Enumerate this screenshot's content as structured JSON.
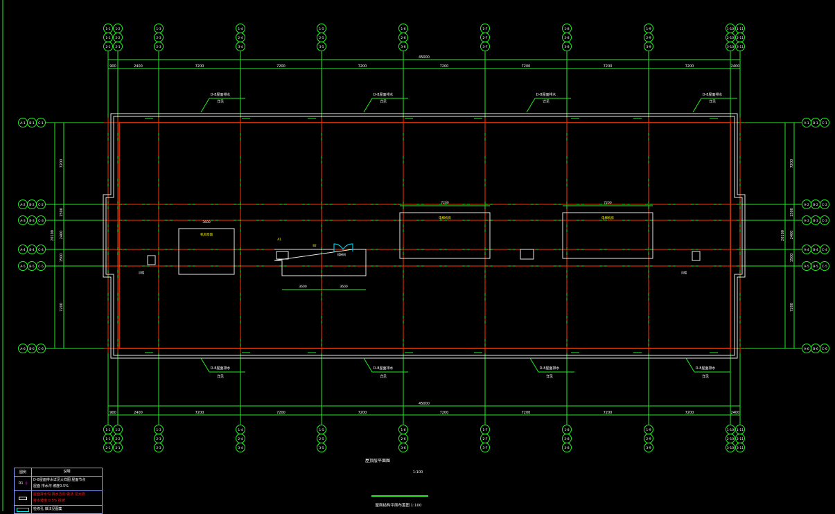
{
  "drawing": {
    "title": "屋顶层平面图",
    "scale": "1:100",
    "subtitle": "屋面结构平面布置图 1:100",
    "colors": {
      "grid": "#22ee22",
      "axis": "#ff3300",
      "wall": "#e8e8e8",
      "text": "#ffffff",
      "highlight": "#ffff00",
      "cyan": "#00e5ff"
    },
    "top_axis_labels": [
      [
        "1-1",
        "1-1",
        "2-1"
      ],
      [
        "1-2",
        "2-2",
        "2-1"
      ],
      [
        "1-3",
        "2-3",
        "2-3"
      ],
      [
        "1-4",
        "2-4",
        "3-4"
      ],
      [
        "1-5",
        "2-5",
        "3-5"
      ],
      [
        "1-6",
        "2-6",
        "3-6"
      ],
      [
        "1-7",
        "2-7",
        "3-7"
      ],
      [
        "1-8",
        "2-8",
        "3-8"
      ],
      [
        "1-9",
        "2-9",
        "3-9"
      ],
      [
        "1-10",
        "2-10",
        "3-10"
      ],
      [
        "1-11",
        "2-11",
        "3-11"
      ]
    ],
    "side_axis_labels": [
      [
        "A-1",
        "B-1",
        "C-1"
      ],
      [
        "A-2",
        "B-2",
        "C-2"
      ],
      [
        "A-3",
        "B-3",
        "C-3"
      ],
      [
        "A-4",
        "B-4",
        "C-4"
      ],
      [
        "A-5",
        "B-5",
        "C-5"
      ],
      [
        "A-6",
        "B-6",
        "C-6"
      ]
    ],
    "top_dims": [
      "900",
      "2400",
      "7200",
      "7200",
      "7200",
      "7200",
      "7200",
      "7200",
      "7200",
      "2400",
      "900"
    ],
    "total_dim": "45000",
    "side_dims": [
      "7200",
      "1500",
      "2400",
      "1500",
      "7200"
    ],
    "side_total": "20100",
    "section_tags_top": [
      [
        "D-8屋面排水",
        "详见"
      ],
      [
        "D-8屋面排水",
        "详见"
      ],
      [
        "D-8屋面排水",
        "详见"
      ],
      [
        "D-8屋面排水",
        "详见"
      ]
    ],
    "section_tags_bottom": [
      [
        "D-8屋面排水",
        "详见"
      ],
      [
        "D-8屋面排水",
        "详见"
      ],
      [
        "D-8屋面排水",
        "详见"
      ],
      [
        "D-8屋面排水",
        "详见"
      ]
    ],
    "rooms": [
      {
        "label": "机房屋面",
        "dim": "3600"
      },
      {
        "label": "电梯机房",
        "dim": "7200"
      },
      {
        "label": "电梯机房",
        "dim": "7200"
      }
    ],
    "stair_label": "楼梯间",
    "stair_dims": [
      "3600",
      "3600"
    ],
    "vent_label": "风帽",
    "yellow_marks": [
      "A1",
      "B2"
    ]
  },
  "legend": {
    "headers": [
      "图例",
      "说明"
    ],
    "rows": [
      {
        "symbol": "D1",
        "text": [
          "D-8屋面排水详见大样图 屋面节点",
          "屋面 排水沟 坡度0.5%"
        ],
        "red": false
      },
      {
        "symbol": "",
        "text": [
          "屋面排水沟 排水方向 做法 见大样",
          "排水坡度 0.5% 找坡"
        ],
        "red": true
      },
      {
        "symbol": "",
        "text": [
          "检修孔 做法见图集"
        ],
        "red": false
      }
    ]
  }
}
